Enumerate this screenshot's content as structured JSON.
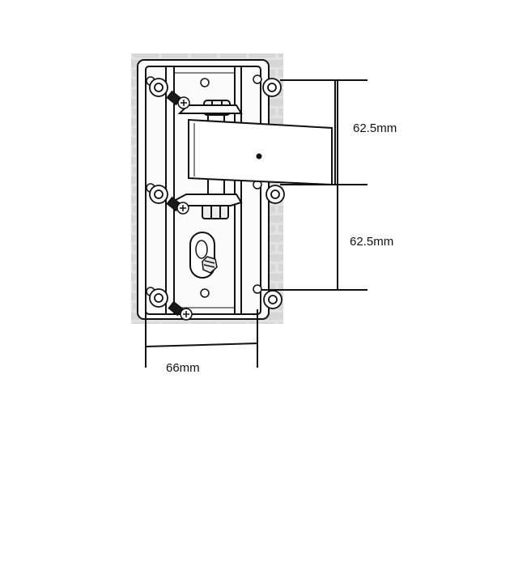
{
  "dimensions": {
    "upper_vertical": "62.5mm",
    "lower_vertical": "62.5mm",
    "horizontal": "66mm"
  },
  "colors": {
    "wall": "#e2e2e2",
    "brick_mortar": "#ffffff",
    "plate": "#ffffff",
    "line": "#111111",
    "screw": "#1a1a1a"
  },
  "icons": [
    "wall-plate-icon",
    "screw-icon",
    "washer-icon",
    "bolt-icon",
    "arm-icon"
  ]
}
